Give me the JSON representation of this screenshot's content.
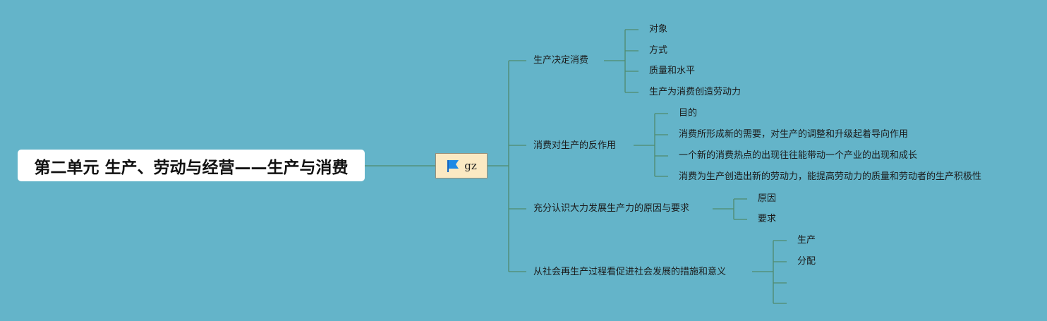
{
  "root": {
    "title": "第二单元 生产、劳动与经营——生产与消费"
  },
  "hub": {
    "label": "gz",
    "icon": "flag-icon",
    "icon_color": "#1e88e5",
    "bg": "#fbe9c3"
  },
  "colors": {
    "background": "#64b4c9",
    "line": "#4f8a6d"
  },
  "branches": [
    {
      "label": "生产决定消费",
      "children": [
        "对象",
        "方式",
        "质量和水平",
        "生产为消费创造劳动力"
      ]
    },
    {
      "label": "消费对生产的反作用",
      "children": [
        "目的",
        "消费所形成新的需要，对生产的调整和升级起着导向作用",
        "一个新的消费热点的出现往往能带动一个产业的出现和成长",
        "消费为生产创造出新的劳动力，能提高劳动力的质量和劳动者的生产积极性"
      ]
    },
    {
      "label": "充分认识大力发展生产力的原因与要求",
      "children": [
        "原因",
        "要求"
      ]
    },
    {
      "label": "从社会再生产过程看促进社会发展的措施和意义",
      "children": [
        "生产",
        "分配",
        "",
        ""
      ]
    }
  ]
}
